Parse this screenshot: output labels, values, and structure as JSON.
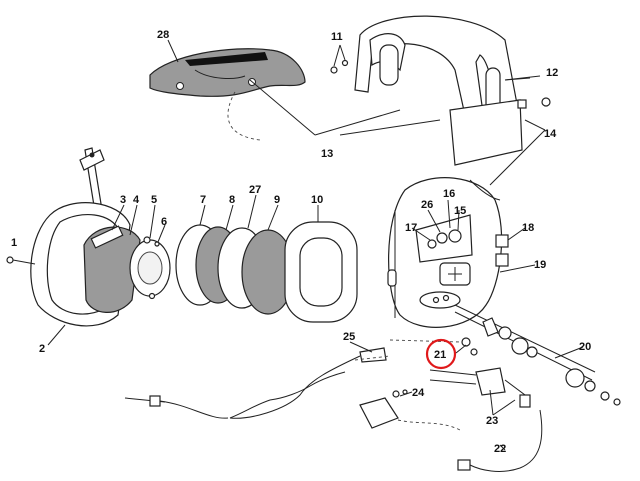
{
  "callouts": [
    {
      "id": "c1",
      "label": "1"
    },
    {
      "id": "c2",
      "label": "2"
    },
    {
      "id": "c3",
      "label": "3"
    },
    {
      "id": "c4",
      "label": "4"
    },
    {
      "id": "c5",
      "label": "5"
    },
    {
      "id": "c6",
      "label": "6"
    },
    {
      "id": "c7",
      "label": "7"
    },
    {
      "id": "c8",
      "label": "8"
    },
    {
      "id": "c9",
      "label": "9"
    },
    {
      "id": "c10",
      "label": "10"
    },
    {
      "id": "c11",
      "label": "11"
    },
    {
      "id": "c12",
      "label": "12"
    },
    {
      "id": "c13",
      "label": "13"
    },
    {
      "id": "c14",
      "label": "14"
    },
    {
      "id": "c15",
      "label": "15"
    },
    {
      "id": "c16",
      "label": "16"
    },
    {
      "id": "c17",
      "label": "17"
    },
    {
      "id": "c18",
      "label": "18"
    },
    {
      "id": "c19",
      "label": "19"
    },
    {
      "id": "c20",
      "label": "20"
    },
    {
      "id": "c21",
      "label": "21"
    },
    {
      "id": "c22",
      "label": "22"
    },
    {
      "id": "c23",
      "label": "23"
    },
    {
      "id": "c24",
      "label": "24"
    },
    {
      "id": "c25",
      "label": "25"
    },
    {
      "id": "c26",
      "label": "26"
    },
    {
      "id": "c27",
      "label": "27"
    },
    {
      "id": "c28",
      "label": "28"
    }
  ],
  "highlight": {
    "callout": "21",
    "color": "#e0191b"
  },
  "colors": {
    "line": "#222222",
    "shade": "#9a9a9a",
    "dark": "#111111"
  }
}
